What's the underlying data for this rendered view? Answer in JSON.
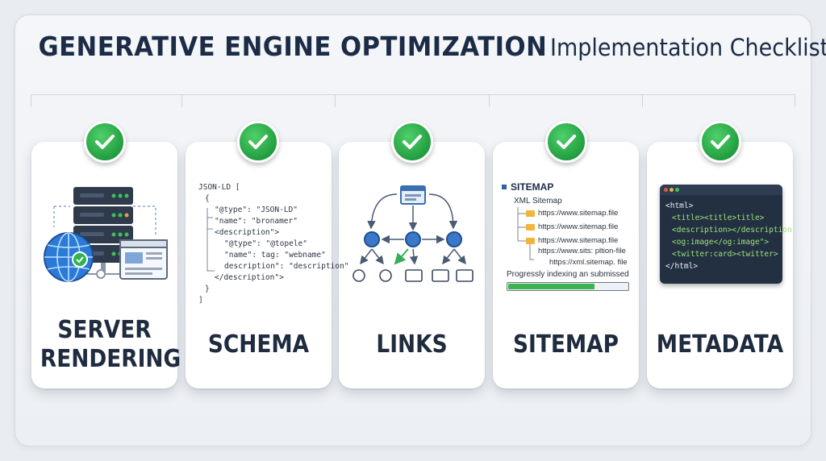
{
  "title": {
    "main": "GENERATIVE ENGINE OPTIMIZATION",
    "sub": "Implementation Checklist"
  },
  "colors": {
    "navy": "#1c2c47",
    "check_green": "#22a544",
    "node_blue": "#2f6fbf",
    "terminal_bg": "#233042",
    "terminal_text": "#9ee37a"
  },
  "cards": [
    {
      "label_line1": "SERVER",
      "label_line2": "RENDERING",
      "icon": "server-globe-icon"
    },
    {
      "label": "SCHEMA",
      "icon": "json-ld-code"
    },
    {
      "label": "LINKS",
      "icon": "link-tree-diagram"
    },
    {
      "label": "SITEMAP",
      "icon": "sitemap-tree"
    },
    {
      "label": "METADATA",
      "icon": "html-terminal"
    }
  ],
  "schema_code": {
    "l1": "JSON-LD [",
    "l2": "{",
    "l3": "\"@type\": \"JSON-LD\"",
    "l4": "\"name\": \"bronamer\"",
    "l5": "<description\">",
    "l6": "\"@type\": \"@topele\"",
    "l7": "\"name\": tag: \"webname\"",
    "l8": "description\": \"description\"",
    "l9": "</description\">",
    "l10": "}",
    "l11": "]"
  },
  "sitemap": {
    "heading": "SITEMAP",
    "sub": "XML Sitemap",
    "items": [
      "https://www.sitemap.file",
      "https://www.sitemap.file",
      "https://www.sitemap.file",
      "https://www.sits: pltion-file",
      "https://xml.sitemap. file"
    ],
    "progress_label": "Progressly indexing an submissed",
    "progress": 0.72
  },
  "metadata_code": {
    "l1": "<html>",
    "l2": "<title><title>title>",
    "l3": "<description></description",
    "l4": "<og:image</og:image\">",
    "l5": "<twitter:card><twitter>",
    "l6": "</html>"
  }
}
